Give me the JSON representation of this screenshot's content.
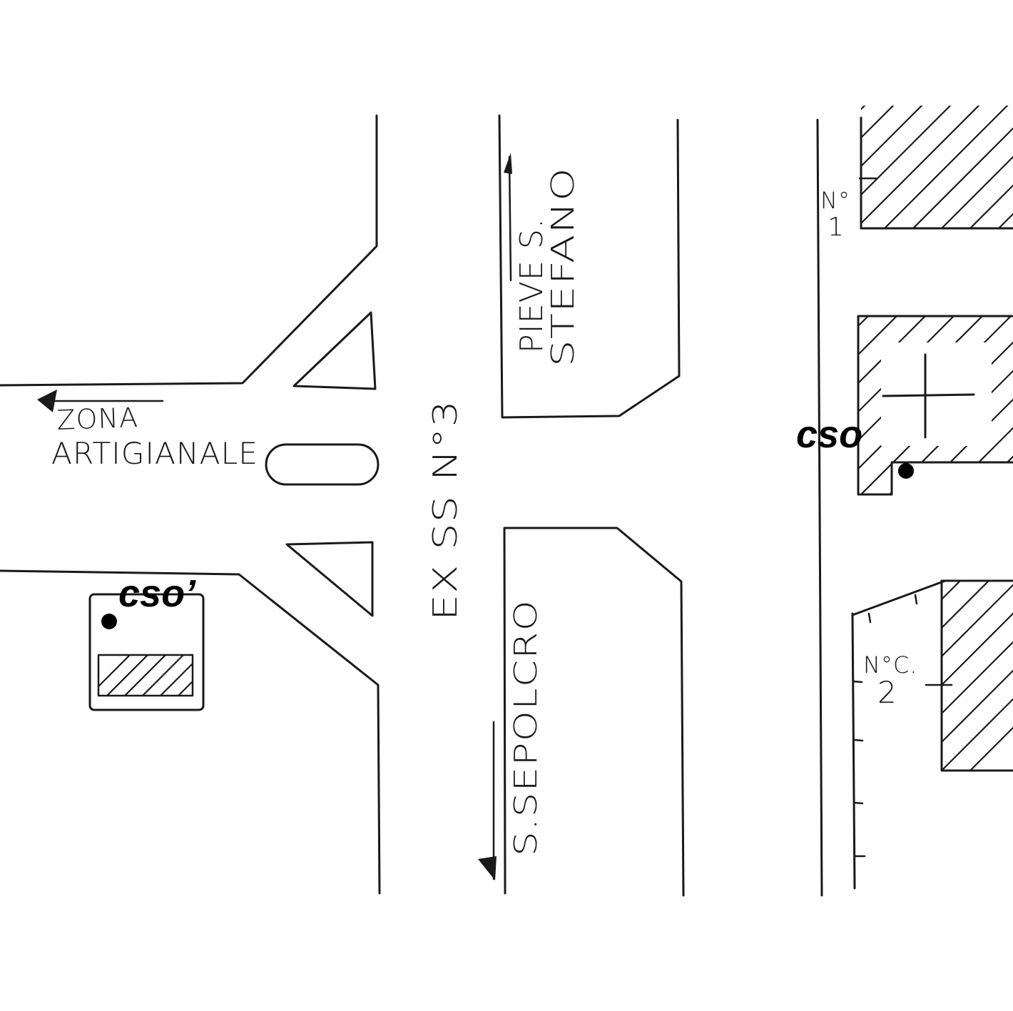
{
  "roads": {
    "main_road": "EX SS N°3",
    "north_direction": "PIEVE S. STEFANO",
    "north_line1": "PIEVE S.",
    "north_line2": "STEFANO",
    "south_direction": "S.SEPOLCRO",
    "west_line1": "ZONA",
    "west_line2": "ARTIGIANALE"
  },
  "buildings": {
    "number_1_label": "N°",
    "number_1_value": "1",
    "number_2_label": "N°C.",
    "number_2_value": "2"
  },
  "markers": {
    "east": "cso",
    "west": "cso’"
  },
  "colors": {
    "ink": "#1a1a1a",
    "marker": "#000000",
    "paper": "#ffffff"
  }
}
